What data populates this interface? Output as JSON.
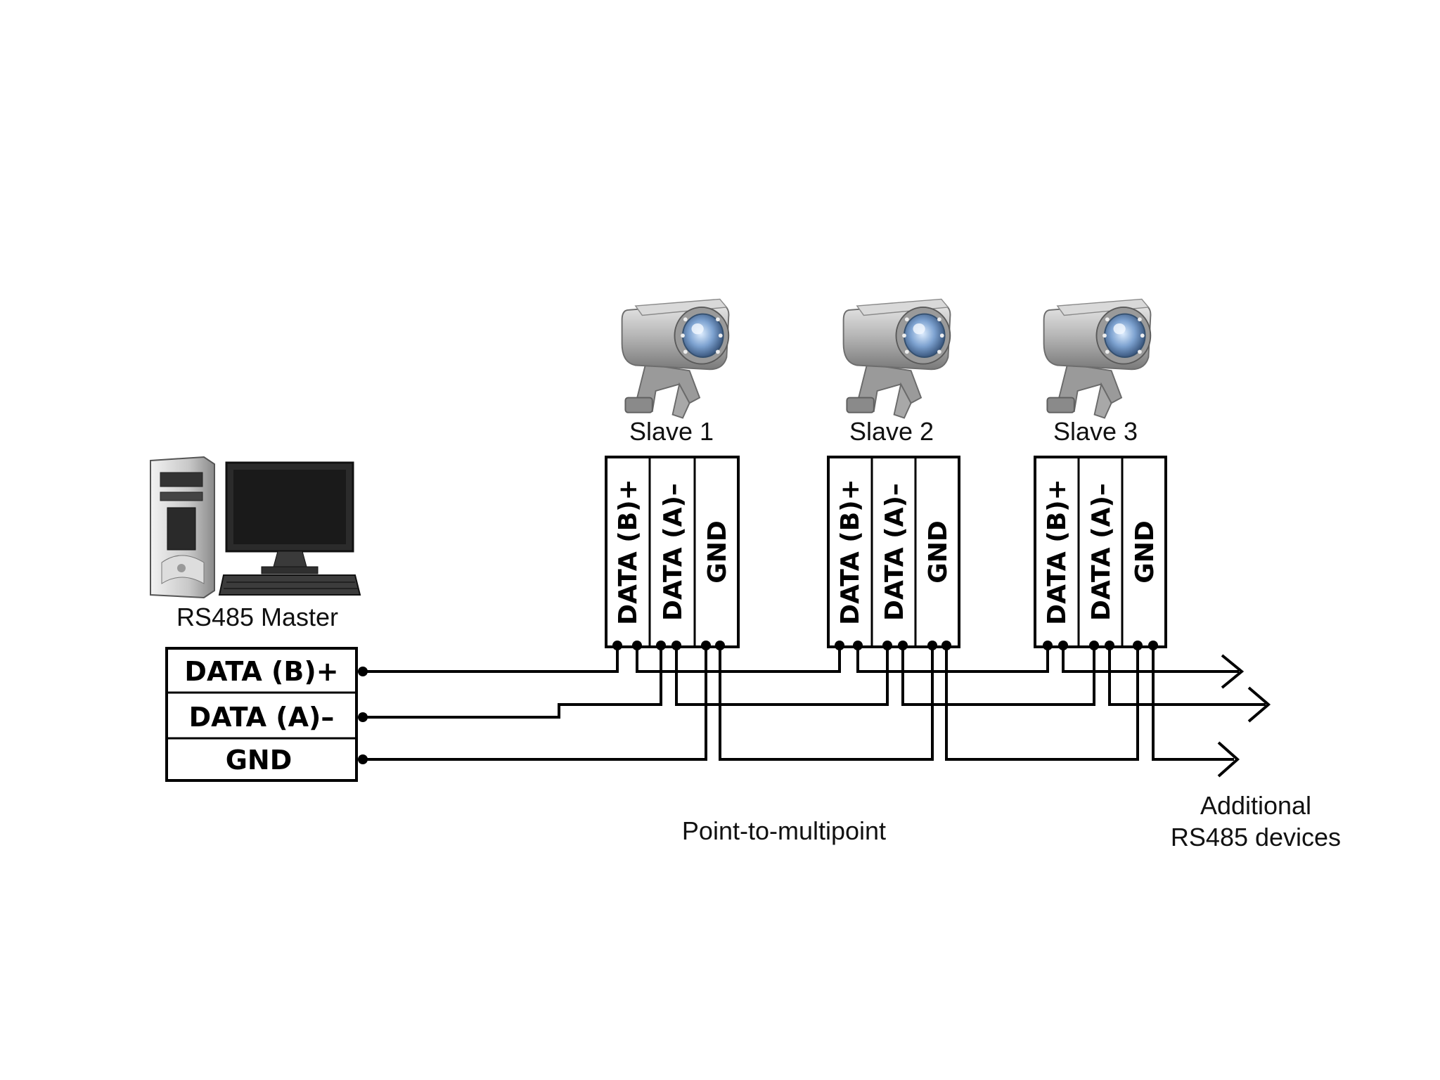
{
  "master": {
    "label": "RS485 Master",
    "terminals": [
      "DATA (B)+",
      "DATA (A)–",
      "GND"
    ]
  },
  "slaves": [
    {
      "label": "Slave 1",
      "terminals": [
        "DATA (B)+",
        "DATA (A)–",
        "GND"
      ]
    },
    {
      "label": "Slave 2",
      "terminals": [
        "DATA (B)+",
        "DATA (A)–",
        "GND"
      ]
    },
    {
      "label": "Slave 3",
      "terminals": [
        "DATA (B)+",
        "DATA (A)–",
        "GND"
      ]
    }
  ],
  "caption": "Point-to-multipoint",
  "additional": {
    "line1": "Additional",
    "line2": "RS485 devices"
  },
  "colors": {
    "wire": "#000000",
    "camera_body": "#b8b8b8",
    "camera_lens": "#8fb0d8",
    "monitor_screen": "#1a1a1a"
  }
}
